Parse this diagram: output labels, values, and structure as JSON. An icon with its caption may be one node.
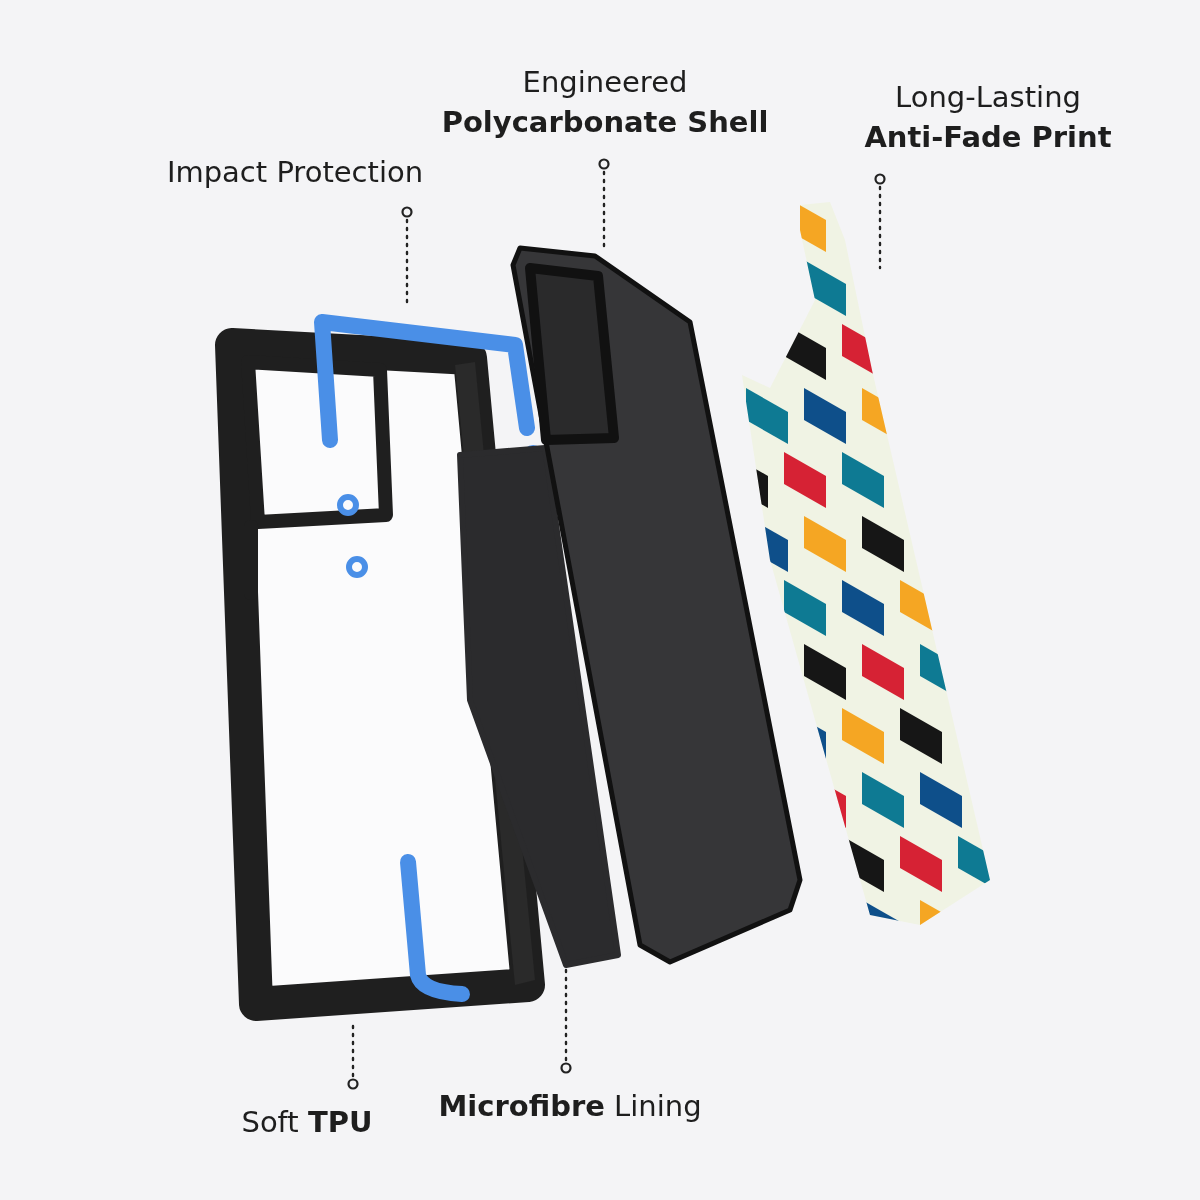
{
  "diagram": {
    "nodes": [
      {
        "text": [
          "Impact Protection"
        ]
      },
      {
        "text": [
          "Engineered **Polycarbonate Shell**"
        ]
      },
      {
        "text": [
          "Long-Lasting **Anti-Fade Print**"
        ]
      },
      {
        "text": [
          "Soft **TPU**"
        ]
      },
      {
        "text": [
          "**Microfibre** Lining"
        ]
      },
      {
        "text": [],
        "shape": "picture"
      },
      {
        "text": [],
        "shape": "picture"
      },
      {
        "text": [],
        "shape": "picture"
      },
      {
        "text": [],
        "shape": "picture"
      },
      {
        "text": [],
        "shape": "picture"
      }
    ],
    "edges": [
      {
        "from": 0,
        "to": 5,
        "arrow": "other",
        "style": "dashed"
      },
      {
        "from": 1,
        "to": 6,
        "arrow": "other",
        "style": "dashed"
      },
      {
        "from": 2,
        "to": 7,
        "arrow": "other",
        "style": "dashed"
      },
      {
        "from": 3,
        "to": 8,
        "arrow": "other",
        "style": "dashed"
      },
      {
        "from": 4,
        "to": 9,
        "arrow": "other",
        "style": "dashed"
      }
    ]
  }
}
